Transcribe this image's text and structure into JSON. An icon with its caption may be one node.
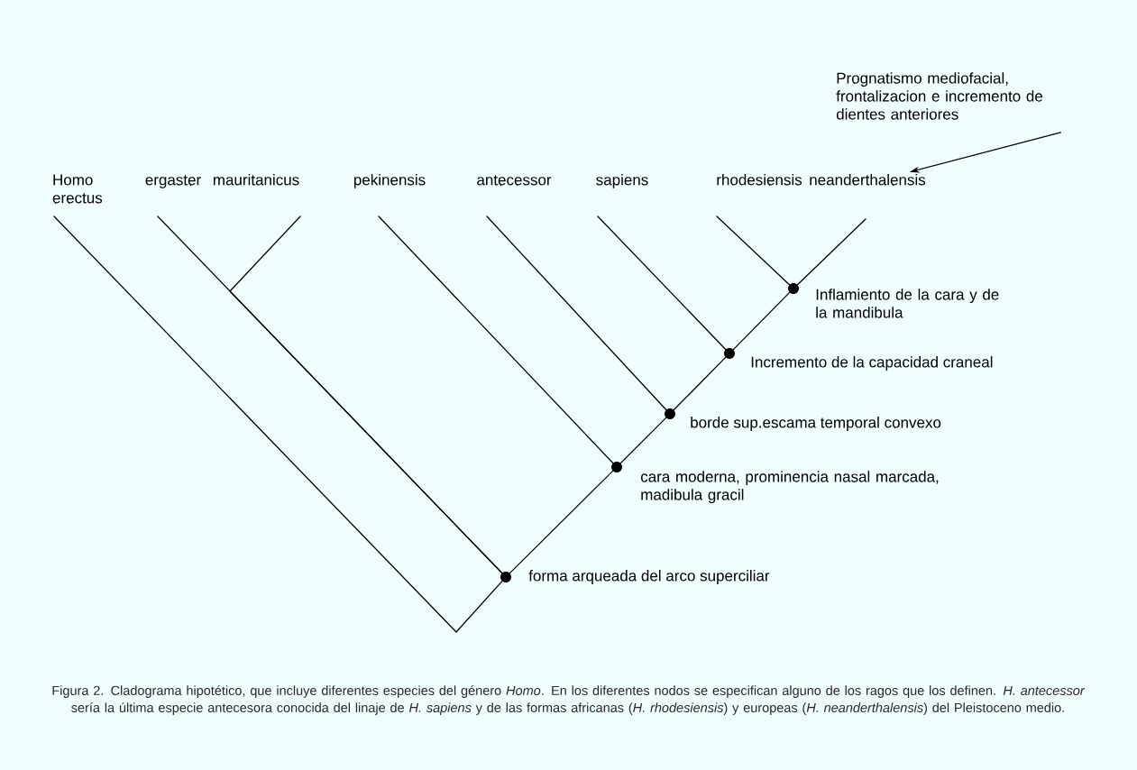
{
  "diagram": {
    "caption": "Figura 2. Cladograma hipotético, que incluye diferentes especies del género *Homo*. En los diferentes nodos se especifican alguno de los ragos que los definen. *H. antecessor* sería la última especie antecesora conocida del linaje de *H. sapiens* y de las formas africanas (*H. rhodesiensis*) y europeas (*H. neanderthalensis*) del Pleistoceno medio.",
    "nodes": [
      {
        "text": [
          "Homo erectus"
        ]
      },
      {
        "text": [
          "ergaster"
        ]
      },
      {
        "text": [
          "mauritanicus"
        ]
      },
      {
        "text": [
          "pekinensis"
        ]
      },
      {
        "text": [
          "antecessor"
        ]
      },
      {
        "text": [
          "sapiens"
        ]
      },
      {
        "text": [
          "rhodesiensis"
        ]
      },
      {
        "text": [
          "neanderthalensis"
        ]
      },
      {
        "text": [],
        "shape": "circle",
        "beside": [
          "forma arqueada del arco superciliar"
        ]
      },
      {
        "text": [],
        "shape": "circle",
        "beside": [
          "cara moderna, prominencia nasal marcada, madibula gracil"
        ]
      },
      {
        "text": [],
        "shape": "circle",
        "beside": [
          "borde sup.escama temporal convexo"
        ]
      },
      {
        "text": [],
        "shape": "circle",
        "beside": [
          "Incremento de la capacidad craneal"
        ]
      },
      {
        "text": [],
        "shape": "circle",
        "beside": [
          "Inflamiento de la cara y de la mandibula"
        ]
      },
      {
        "text": [
          "Prognatismo mediofacial, frontalizacion e incremento de dientes anteriores"
        ]
      }
    ],
    "edges": [
      {
        "from": 0,
        "to": 8,
        "arrow": "none"
      },
      {
        "from": 1,
        "to": 8,
        "arrow": "none"
      },
      {
        "from": 2,
        "to": 8,
        "arrow": "none"
      },
      {
        "from": 8,
        "to": 9,
        "arrow": "none"
      },
      {
        "from": 3,
        "to": 9,
        "arrow": "none"
      },
      {
        "from": 9,
        "to": 10,
        "arrow": "none"
      },
      {
        "from": 4,
        "to": 10,
        "arrow": "none"
      },
      {
        "from": 10,
        "to": 11,
        "arrow": "none"
      },
      {
        "from": 5,
        "to": 11,
        "arrow": "none"
      },
      {
        "from": 11,
        "to": 12,
        "arrow": "none"
      },
      {
        "from": 6,
        "to": 12,
        "arrow": "none"
      },
      {
        "from": 12,
        "to": 7,
        "arrow": "none"
      },
      {
        "from": 13,
        "to": 7,
        "arrow": "to"
      }
    ]
  }
}
